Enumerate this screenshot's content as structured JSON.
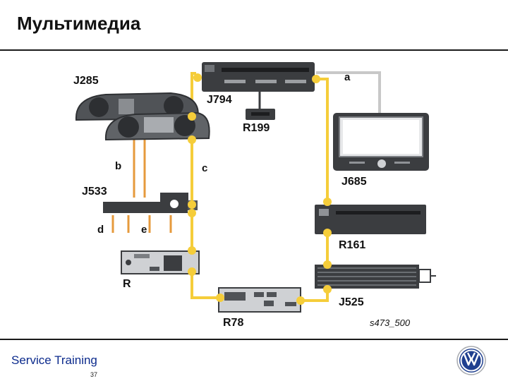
{
  "title": "Мультимедиа",
  "footer": {
    "brand": "Service Training",
    "page": "37"
  },
  "diagram": {
    "components": {
      "j285": "J285",
      "j794": "J794",
      "r199": "R199",
      "j685": "J685",
      "j533": "J533",
      "r161": "R161",
      "r": "R",
      "r78": "R78",
      "j525": "J525"
    },
    "connections": {
      "a": "a",
      "b": "b",
      "c": "c",
      "d": "d",
      "e": "e"
    },
    "figure_ref": "s473_500"
  },
  "colors": {
    "most_bus": "#f5cd3a",
    "device_dark": "#3b3d40",
    "device_mid": "#7b7e82",
    "orange_wire": "#e69a3c",
    "footer_text": "#0b2a8c"
  },
  "icons": [
    "vw-logo-icon"
  ]
}
